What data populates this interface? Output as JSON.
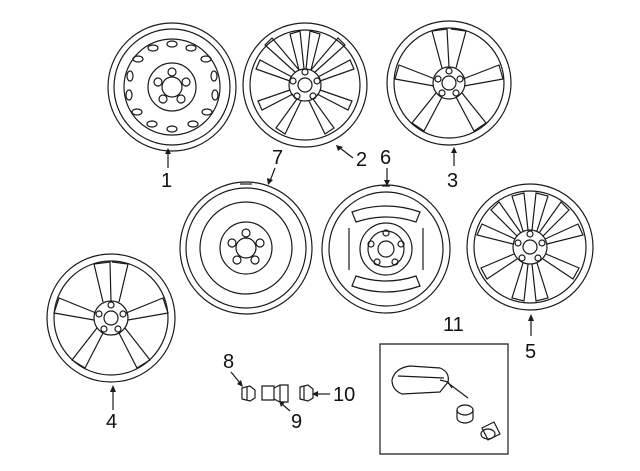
{
  "callouts": [
    {
      "id": "1",
      "text": "1"
    },
    {
      "id": "2",
      "text": "2"
    },
    {
      "id": "3",
      "text": "3"
    },
    {
      "id": "4",
      "text": "4"
    },
    {
      "id": "5",
      "text": "5"
    },
    {
      "id": "6",
      "text": "6"
    },
    {
      "id": "7",
      "text": "7"
    },
    {
      "id": "8",
      "text": "8"
    },
    {
      "id": "9",
      "text": "9"
    },
    {
      "id": "10",
      "text": "10"
    },
    {
      "id": "11",
      "text": "11"
    }
  ],
  "parts": [
    {
      "callout": "1",
      "kind": "steel-wheel"
    },
    {
      "callout": "2",
      "kind": "alloy-wheel-ten-spoke"
    },
    {
      "callout": "3",
      "kind": "alloy-wheel-five-spoke"
    },
    {
      "callout": "4",
      "kind": "alloy-wheel-five-spoke"
    },
    {
      "callout": "5",
      "kind": "alloy-wheel-ten-spoke"
    },
    {
      "callout": "6",
      "kind": "spare-wheel-steel"
    },
    {
      "callout": "7",
      "kind": "spare-wheel-steel"
    },
    {
      "callout": "8",
      "kind": "wheel-nut"
    },
    {
      "callout": "9",
      "kind": "lug-nut"
    },
    {
      "callout": "10",
      "kind": "wheel-nut"
    },
    {
      "callout": "11",
      "kind": "tire-pressure-sensor-kit"
    }
  ],
  "colors": {
    "line": "#1a1a1a",
    "background": "#ffffff"
  }
}
